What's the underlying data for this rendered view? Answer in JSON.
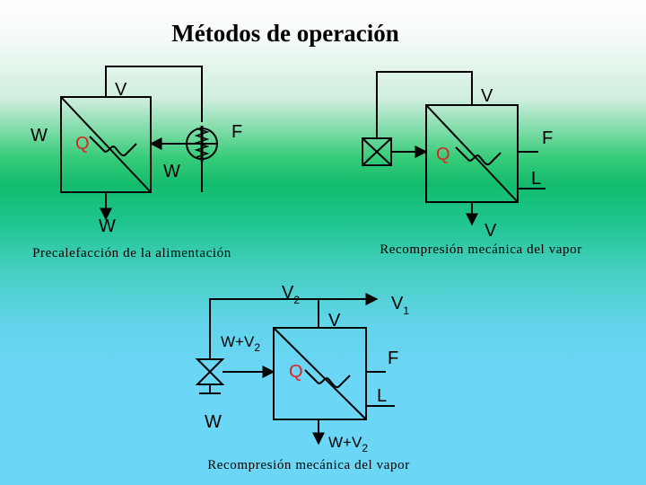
{
  "title": "Métodos de operación",
  "colors": {
    "heat_label": "#e02020",
    "line": "#000000"
  },
  "unit1": {
    "caption": "Precalefacción de la alimentación",
    "labels": {
      "v": "V",
      "w_in": "W",
      "q": "Q",
      "f": "F",
      "w_mid": "W",
      "w_out": "W"
    },
    "icons": [
      "heat-exchanger-icon",
      "heating-coil-icon"
    ]
  },
  "unit2": {
    "caption": "Recompresión mecánica del vapor",
    "labels": {
      "v_top": "V",
      "f": "F",
      "q": "Q",
      "l": "L",
      "v_out": "V"
    },
    "icons": [
      "compressor-icon",
      "heating-coil-icon"
    ]
  },
  "unit3": {
    "caption": "Recompresión mecánica del vapor",
    "labels": {
      "v2_main": "V",
      "v2_sub": "2",
      "v": "V",
      "v1_main": "V",
      "v1_sub": "1",
      "wv2_main": "W+V",
      "wv2_sub": "2",
      "q": "Q",
      "f": "F",
      "l": "L",
      "w": "W",
      "wv2b_main": "W+V",
      "wv2b_sub": "2"
    },
    "icons": [
      "compressor-icon",
      "heating-coil-icon"
    ]
  }
}
